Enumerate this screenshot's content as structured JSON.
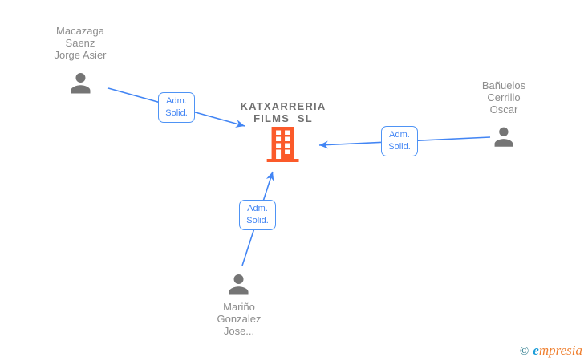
{
  "diagram": {
    "company": {
      "name": "KATXARRERIA\nFILMS SL"
    },
    "persons": [
      {
        "name": "Macazaga\nSaenz\nJorge Asier"
      },
      {
        "name": "Bañuelos\nCerrillo\nOscar"
      },
      {
        "name": "Mariño\nGonzalez\nJose..."
      }
    ],
    "edges": [
      {
        "label": "Adm.\nSolid.",
        "from": "person-0",
        "to": "company"
      },
      {
        "label": "Adm.\nSolid.",
        "from": "person-1",
        "to": "company"
      },
      {
        "label": "Adm.\nSolid.",
        "from": "person-2",
        "to": "company"
      }
    ]
  },
  "colors": {
    "edge_blue": "#4285f4",
    "person_gray": "#757575",
    "name_gray": "#8d8d8d",
    "building_orange": "#fb5a2a",
    "logo_teal": "#2b7a8c",
    "logo_blue": "#1a9cd8",
    "logo_orange": "#ef7f2f"
  },
  "footer": {
    "copyright": "©",
    "brand_initial": "e",
    "brand_rest": "mpresia"
  }
}
